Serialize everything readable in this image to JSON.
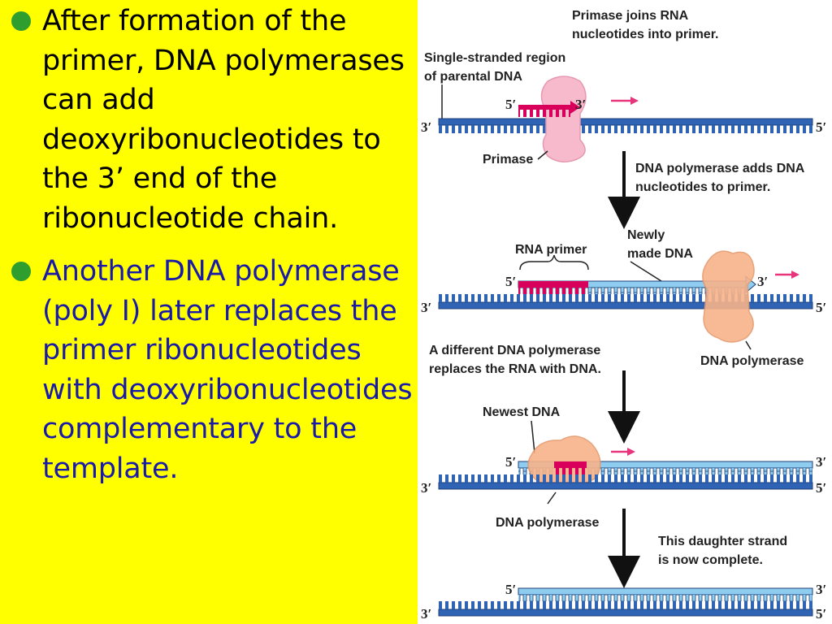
{
  "left": {
    "bullet1": "After formation of the primer, DNA polymerases can add deoxyribonucleotides to the 3’ end of the ribonucleotide chain.",
    "bullet2": "Another DNA polymerase (poly I) later replaces the primer ribonucleotides with deoxyribonucleotides complementary to the template."
  },
  "diagram": {
    "primase_joins_1": "Primase joins RNA",
    "primase_joins_2": "nucleotides into primer.",
    "single_stranded_1": "Single-stranded region",
    "single_stranded_2": "of parental DNA",
    "primase": "Primase",
    "dna_pol_adds_1": "DNA polymerase adds DNA",
    "dna_pol_adds_2": "nucleotides to primer.",
    "rna_primer": "RNA primer",
    "newly_1": "Newly",
    "newly_2": "made DNA",
    "dna_polymerase_1": "DNA polymerase",
    "different_1": "A different DNA polymerase",
    "different_2": "replaces the RNA with DNA.",
    "newest_dna": "Newest DNA",
    "dna_polymerase_2": "DNA polymerase",
    "daughter_1": "This daughter strand",
    "daughter_2": "is now complete.",
    "end_5": "5′",
    "end_3": "3′"
  },
  "colors": {
    "background_left": "#ffff00",
    "bullet_dot": "#2e9e2e",
    "bullet2_text": "#1a1aa8",
    "template_strand": "#2f64b4",
    "new_strand": "#8fcdf0",
    "rna_primer": "#d8005a",
    "enzyme": "#f7b38a",
    "primase": "#f7b9cc",
    "arrow": "#e8347a"
  }
}
